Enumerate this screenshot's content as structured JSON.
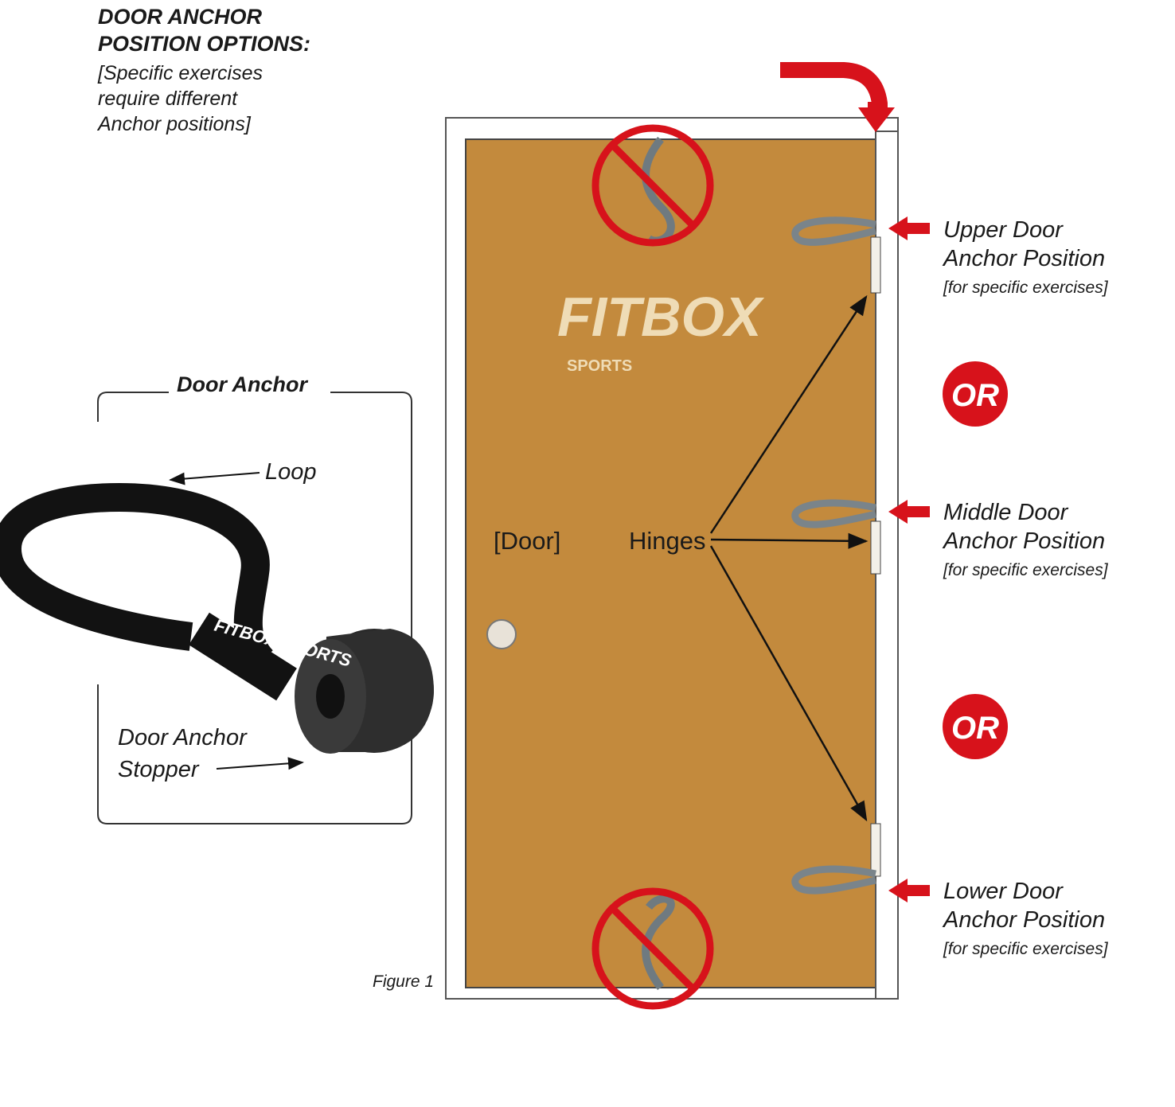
{
  "header": {
    "title_line1": "DOOR ANCHOR",
    "title_line2": "POSITION OPTIONS:",
    "note_line1": "[Specific exercises",
    "note_line2": "require different",
    "note_line3": "Anchor positions]"
  },
  "inset": {
    "title": "Door Anchor",
    "loop_label": "Loop",
    "stopper_line1": "Door Anchor",
    "stopper_line2": "Stopper",
    "product_logo": "FITBOX SPORTS"
  },
  "door": {
    "door_label": "[Door]",
    "hinges_label": "Hinges",
    "figure_label": "Figure 1",
    "watermark_brand": "FITBOX",
    "watermark_sub": "SPORTS"
  },
  "positions": [
    {
      "line1": "Upper Door",
      "line2": "Anchor Position",
      "note": "[for specific exercises]"
    },
    {
      "line1": "Middle Door",
      "line2": "Anchor Position",
      "note": "[for specific exercises]"
    },
    {
      "line1": "Lower Door",
      "line2": "Anchor Position",
      "note": "[for specific exercises]"
    }
  ],
  "or_badges": [
    "OR",
    "OR"
  ],
  "colors": {
    "door": "#c38a3d",
    "red": "#d7121b",
    "frame": "#ffffff"
  }
}
